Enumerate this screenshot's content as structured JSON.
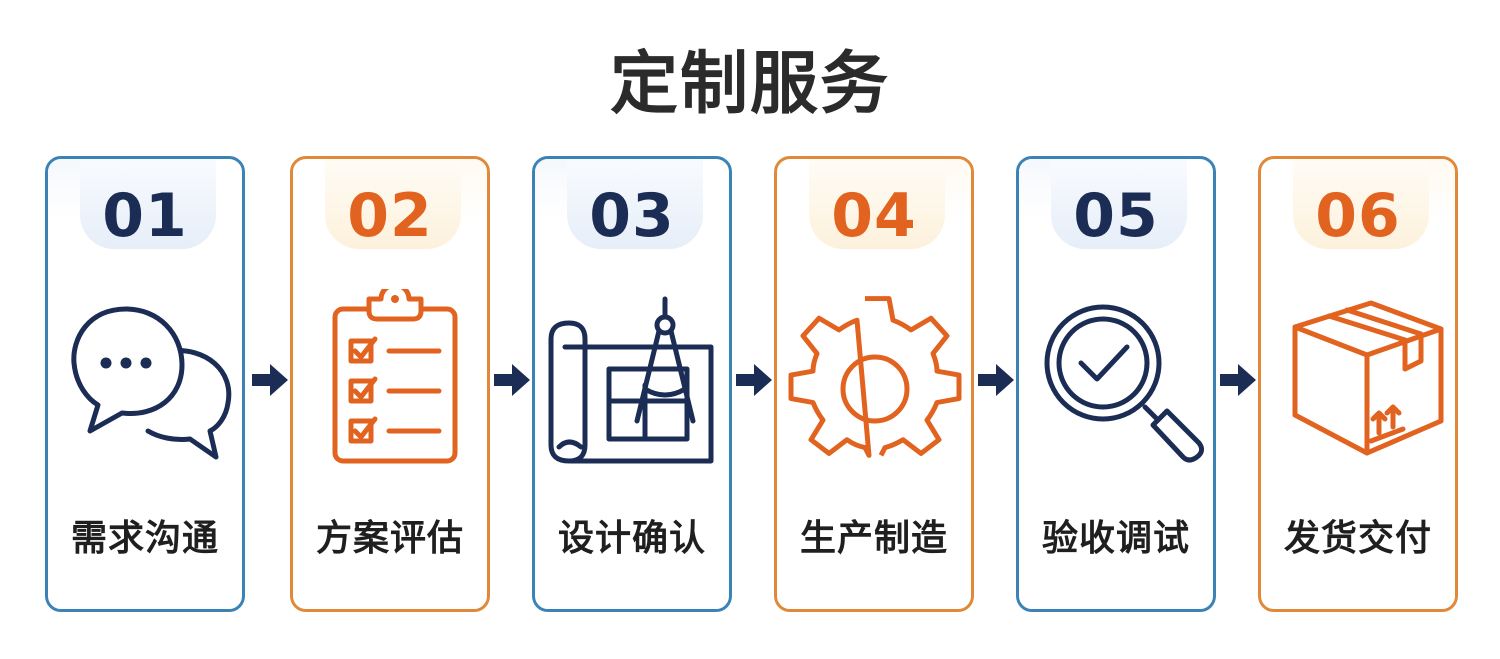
{
  "title": "定制服务",
  "steps": [
    {
      "number": "01",
      "label": "需求沟通",
      "icon": "chat-bubbles-icon"
    },
    {
      "number": "02",
      "label": "方案评估",
      "icon": "clipboard-checklist-icon"
    },
    {
      "number": "03",
      "label": "设计确认",
      "icon": "blueprint-compass-icon"
    },
    {
      "number": "04",
      "label": "生产制造",
      "icon": "gear-icon"
    },
    {
      "number": "05",
      "label": "验收调试",
      "icon": "magnifier-check-icon"
    },
    {
      "number": "06",
      "label": "发货交付",
      "icon": "package-box-icon"
    }
  ],
  "colors": {
    "navy": "#1b2d55",
    "orange": "#e2631f",
    "blue_border": "#3b83b6",
    "orange_border": "#e0893a",
    "arrow": "#1b2d55"
  }
}
